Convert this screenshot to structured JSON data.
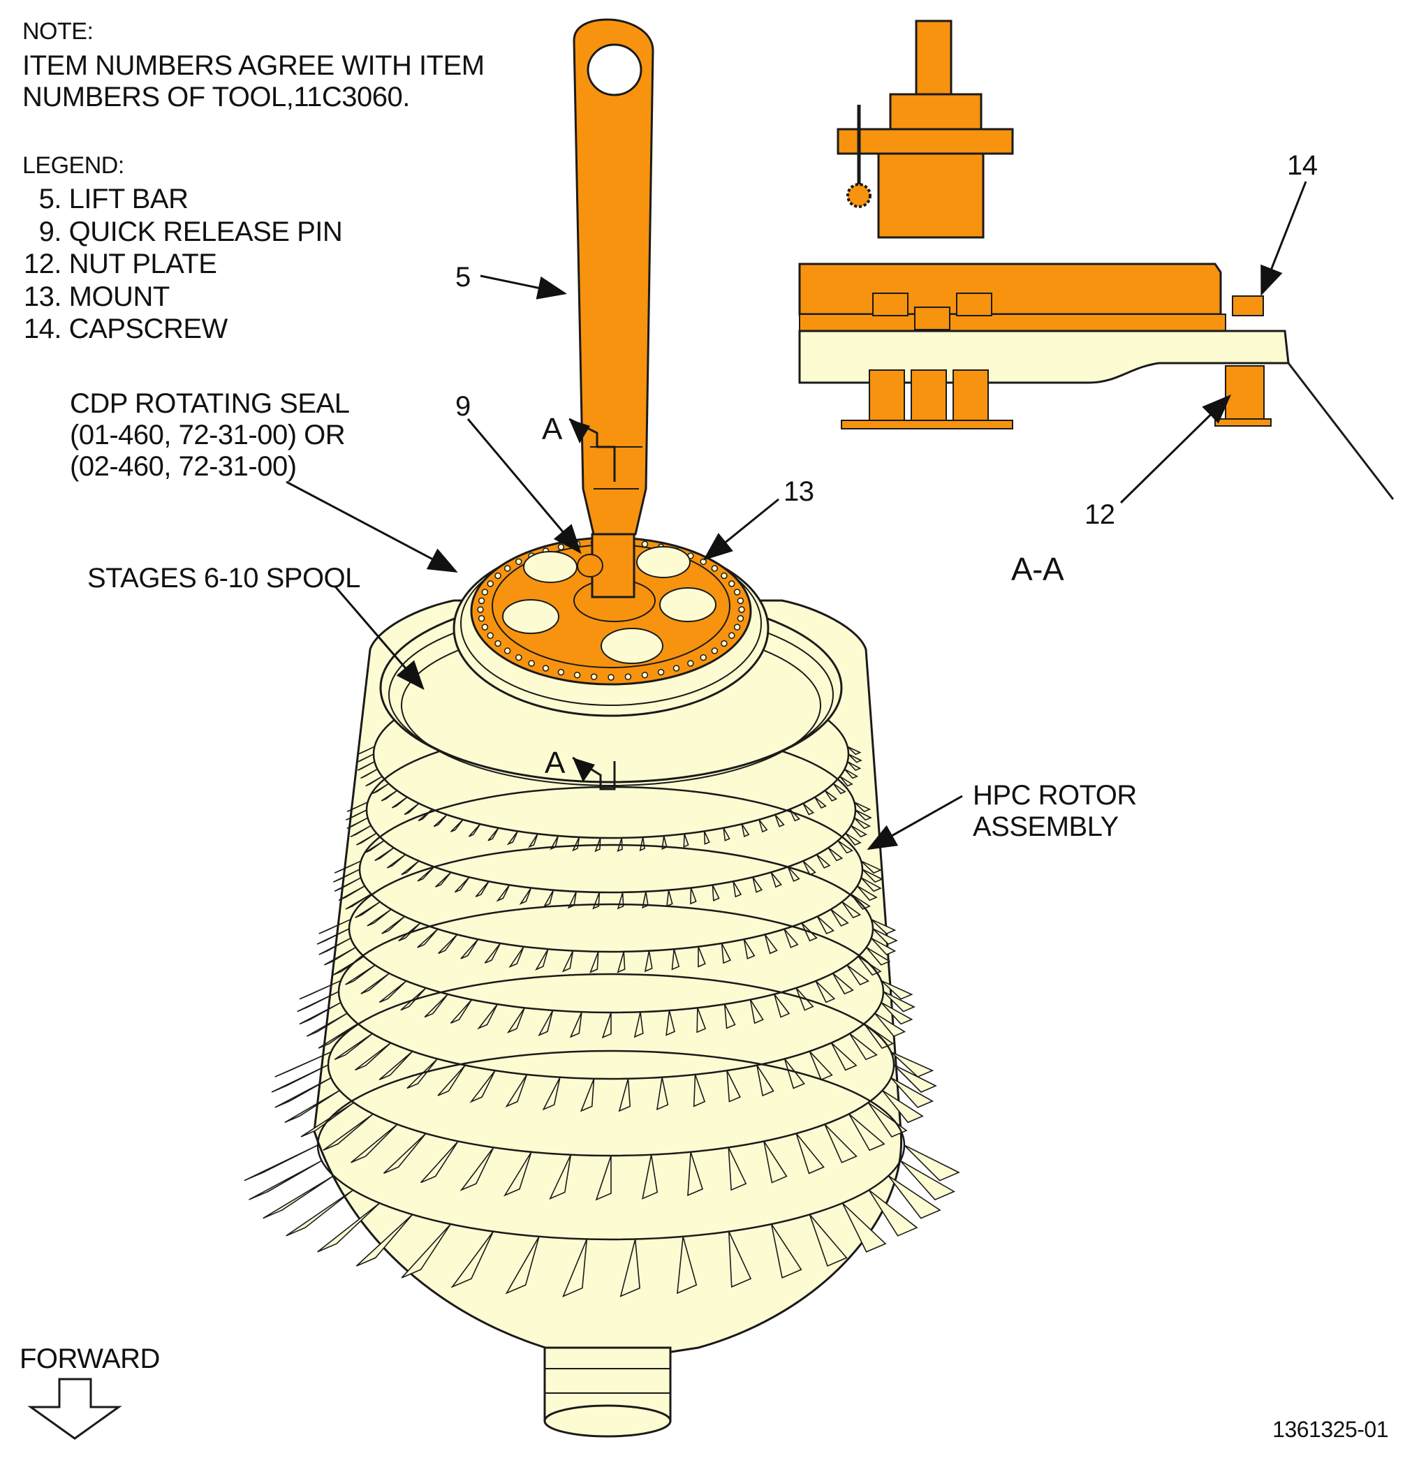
{
  "note": {
    "heading": "NOTE:",
    "line1": "ITEM NUMBERS AGREE WITH ITEM",
    "line2": "NUMBERS OF TOOL,11C3060."
  },
  "legend": {
    "heading": "LEGEND:",
    "items": [
      {
        "number": "5.",
        "label": "LIFT BAR"
      },
      {
        "number": "9.",
        "label": "QUICK RELEASE PIN"
      },
      {
        "number": "12.",
        "label": "NUT PLATE"
      },
      {
        "number": "13.",
        "label": "MOUNT"
      },
      {
        "number": "14.",
        "label": "CAPSCREW"
      }
    ]
  },
  "callouts": {
    "cdp_seal": [
      "CDP ROTATING SEAL",
      "(01-460, 72-31-00) OR",
      "(02-460, 72-31-00)"
    ],
    "spool": "STAGES 6-10 SPOOL",
    "hpc_rotor": [
      "HPC ROTOR",
      "ASSEMBLY"
    ],
    "item_5": "5",
    "item_9": "9",
    "item_13": "13",
    "item_14": "14",
    "item_12": "12"
  },
  "section": {
    "marker_top": "A",
    "marker_bottom": "A",
    "view_label": "A-A"
  },
  "forward_label": "FORWARD",
  "document_number": "1361325-01",
  "colors": {
    "tool_orange": "#f7930f",
    "part_cream": "#fdfbd2",
    "outline": "#1a1a1a"
  }
}
